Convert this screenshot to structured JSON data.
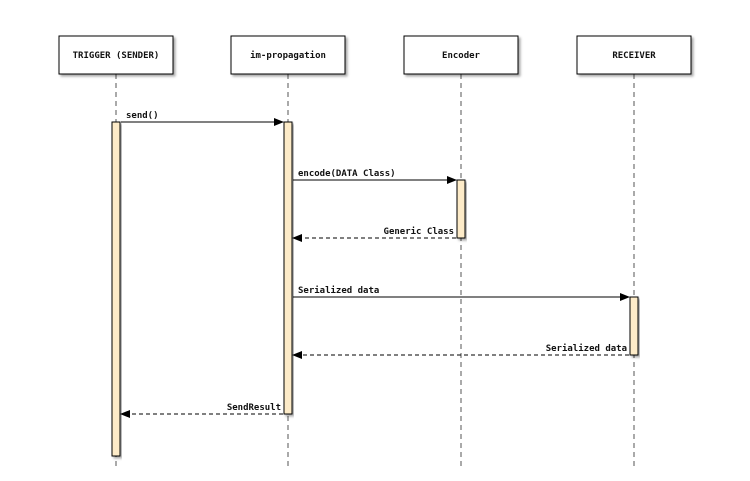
{
  "diagram": {
    "type": "sequence-diagram",
    "participants": [
      {
        "id": "trigger",
        "label": "TRIGGER (SENDER)"
      },
      {
        "id": "im",
        "label": "im-propagation"
      },
      {
        "id": "encoder",
        "label": "Encoder"
      },
      {
        "id": "receiver",
        "label": "RECEIVER"
      }
    ],
    "messages": [
      {
        "from": "trigger",
        "to": "im",
        "label": "send()",
        "style": "solid"
      },
      {
        "from": "im",
        "to": "encoder",
        "label": "encode(DATA Class)",
        "style": "solid"
      },
      {
        "from": "encoder",
        "to": "im",
        "label": "Generic Class",
        "style": "dashed"
      },
      {
        "from": "im",
        "to": "receiver",
        "label": "Serialized data",
        "style": "solid"
      },
      {
        "from": "receiver",
        "to": "im",
        "label": "Serialized data",
        "style": "dashed"
      },
      {
        "from": "im",
        "to": "trigger",
        "label": "SendResult",
        "style": "dashed"
      }
    ],
    "colors": {
      "activation_fill": "#fdebc8",
      "box_fill": "#ffffff",
      "line": "#000000",
      "lifeline": "#555555"
    }
  }
}
